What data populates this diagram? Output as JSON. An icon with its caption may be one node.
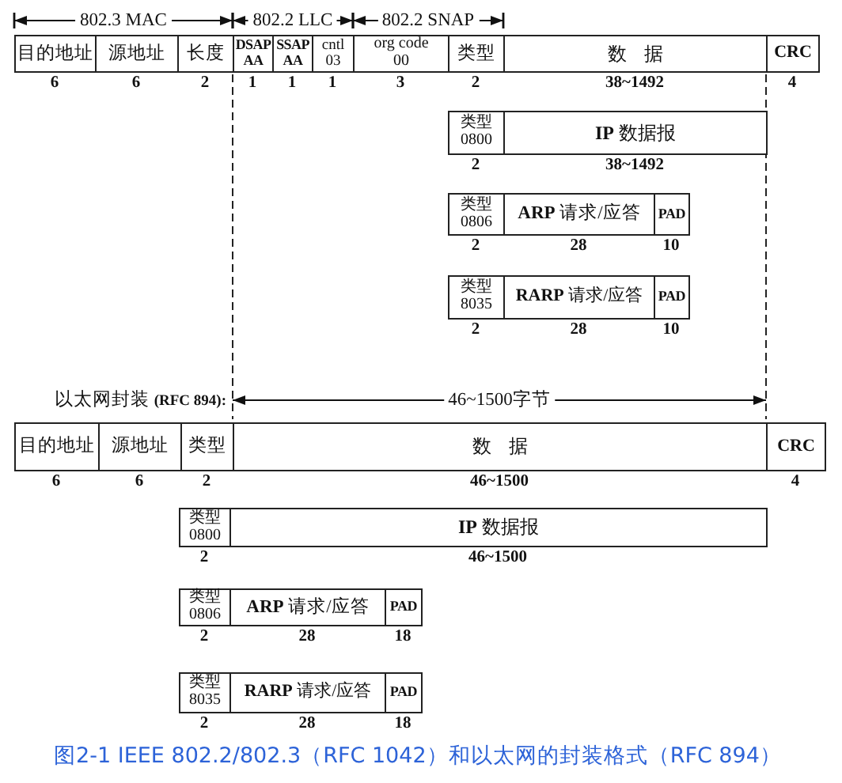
{
  "diagram": {
    "caption": "图2-1 IEEE 802.2/802.3（RFC 1042）和以太网的封装格式（RFC 894）",
    "nodes": [
      {
        "text": [
          "目的地址"
        ],
        "beside": [
          "6"
        ]
      },
      {
        "text": [
          "源地址"
        ],
        "beside": [
          "6"
        ]
      },
      {
        "text": [
          "长度"
        ],
        "beside": [
          "2"
        ]
      },
      {
        "text": [
          "DSAP",
          "AA"
        ],
        "beside": [
          "1"
        ]
      },
      {
        "text": [
          "SSAP",
          "AA"
        ],
        "beside": [
          "1"
        ]
      },
      {
        "text": [
          "cntl",
          "03"
        ],
        "beside": [
          "1"
        ]
      },
      {
        "text": [
          "org code",
          "00"
        ],
        "beside": [
          "3"
        ]
      },
      {
        "text": [
          "类型"
        ],
        "beside": [
          "2"
        ]
      },
      {
        "text": [
          "数据"
        ],
        "beside": [
          "38~1492"
        ]
      },
      {
        "text": [
          "CRC"
        ],
        "beside": [
          "4"
        ]
      },
      {
        "text": [
          "类型",
          "0800"
        ],
        "beside": [
          "2"
        ]
      },
      {
        "text": [
          "**IP** 数据报"
        ],
        "beside": [
          "38~1492"
        ]
      },
      {
        "text": [
          "类型",
          "0806"
        ],
        "beside": [
          "2"
        ]
      },
      {
        "text": [
          "**ARP** 请求/应答"
        ],
        "beside": [
          "28"
        ]
      },
      {
        "text": [
          "PAD"
        ],
        "beside": [
          "10"
        ]
      },
      {
        "text": [
          "类型",
          "8035"
        ],
        "beside": [
          "2"
        ]
      },
      {
        "text": [
          "**RARP** 请求/应答"
        ],
        "beside": [
          "28"
        ]
      },
      {
        "text": [
          "PAD"
        ],
        "beside": [
          "10"
        ]
      },
      {
        "text": [
          "目的地址"
        ],
        "beside": [
          "6"
        ]
      },
      {
        "text": [
          "源地址"
        ],
        "beside": [
          "6"
        ]
      },
      {
        "text": [
          "类型"
        ],
        "beside": [
          "2"
        ]
      },
      {
        "text": [
          "数据"
        ],
        "beside": [
          "46~1500"
        ]
      },
      {
        "text": [
          "CRC"
        ],
        "beside": [
          "4"
        ]
      },
      {
        "text": [
          "类型",
          "0800"
        ],
        "beside": [
          "2"
        ]
      },
      {
        "text": [
          "**IP** 数据报"
        ],
        "beside": [
          "46~1500"
        ]
      },
      {
        "text": [
          "类型",
          "0806"
        ],
        "beside": [
          "2"
        ]
      },
      {
        "text": [
          "**ARP** 请求/应答"
        ],
        "beside": [
          "28"
        ]
      },
      {
        "text": [
          "PAD"
        ],
        "beside": [
          "18"
        ]
      },
      {
        "text": [
          "类型",
          "8035"
        ],
        "beside": [
          "2"
        ]
      },
      {
        "text": [
          "**RARP** 请求/应答"
        ],
        "beside": [
          "28"
        ]
      },
      {
        "text": [
          "PAD"
        ],
        "beside": [
          "18"
        ]
      }
    ],
    "labels": [
      "802.3 MAC",
      "802.2 LLC",
      "802.2 SNAP",
      "以太网封装 **(RFC 894):**",
      "46~1500字节"
    ]
  }
}
